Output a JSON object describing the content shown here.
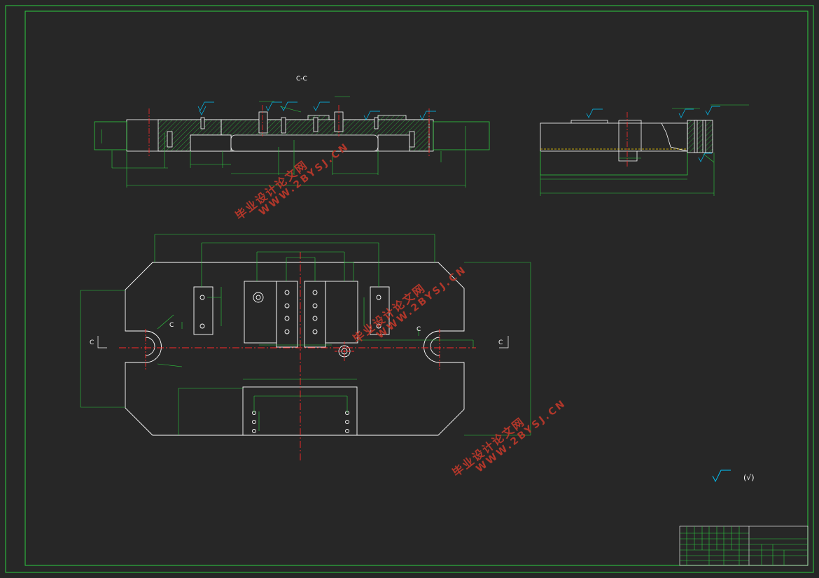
{
  "drawing": {
    "section_title": "C-C",
    "section_mark": "C",
    "roughness_note": "(√)",
    "colors": {
      "background": "#272727",
      "frame": "#2ecc40",
      "part": "#ffffff",
      "center_line": "#ff2a2a",
      "hatch": "#2ecc40",
      "roughness": "#00c8ff",
      "watermark": "#c0392b"
    }
  },
  "watermarks": [
    {
      "cn": "毕业设计论文网",
      "en": "WWW.2BYSJ.CN"
    },
    {
      "cn": "毕业设计论文网",
      "en": "WWW.2BYSJ.CN"
    },
    {
      "cn": "毕业设计论文网",
      "en": "WWW.2BYSJ.CN"
    }
  ]
}
